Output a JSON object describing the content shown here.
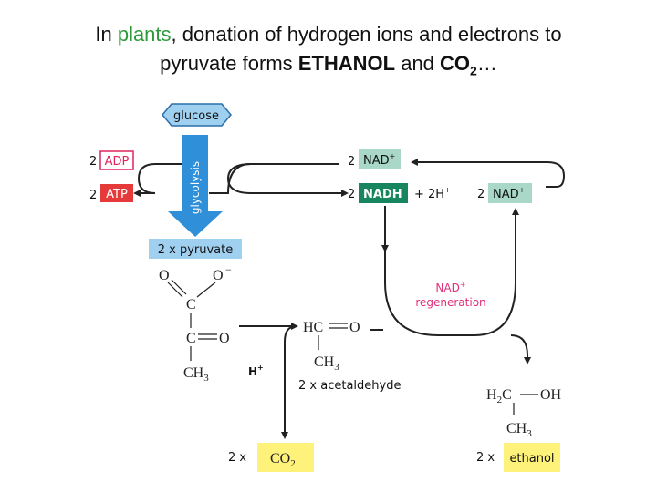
{
  "title": {
    "prefix": "In ",
    "highlight": "plants",
    "mid": ", donation of hydrogen ions and electrons to",
    "line2_start": "pyruvate forms ",
    "ethanol": "ETHANOL",
    "and": " and ",
    "co2_main": "CO",
    "co2_sub": "2",
    "ellipsis": "…"
  },
  "glucose": "glucose",
  "glycolysis": "glycolysis",
  "adp": {
    "coef": "2",
    "label": "ADP"
  },
  "atp": {
    "coef": "2",
    "label": "ATP"
  },
  "nad_top": {
    "coef": "2",
    "label": "NAD",
    "sup": "+"
  },
  "nadh": {
    "coef": "2",
    "label": "NADH",
    "plus": "+ 2H",
    "sup": "+"
  },
  "nad_right": {
    "coef": "2",
    "label": "NAD",
    "sup": "+"
  },
  "pyruvate": "2 x pyruvate",
  "pyruvate_struct": {
    "o1": "O",
    "o2": "O",
    "minus": "−",
    "c1": "C",
    "c2": "C",
    "o3": "O",
    "ch3": "CH",
    "ch3_sub": "3"
  },
  "regen": {
    "line1": "NAD",
    "sup": "+",
    "line2": "regeneration"
  },
  "hplus": {
    "h": "H",
    "sup": "+"
  },
  "acetaldehyde": {
    "hc": "HC",
    "o": "O",
    "ch": "CH",
    "sub": "3",
    "label": "2 x acetaldehyde"
  },
  "ethanol_struct": {
    "h2c_h": "H",
    "h2c_sub": "2",
    "h2c_c": "C",
    "oh": "OH",
    "ch": "CH",
    "sub": "3"
  },
  "co2_product": {
    "coef": "2 x",
    "label": "CO",
    "sub": "2"
  },
  "ethanol_product": {
    "coef": "2 x",
    "label": "ethanol"
  },
  "colors": {
    "blue": "#2f8fd8",
    "light_blue": "#9fd0f0",
    "adp_pink": "#e0245e",
    "atp_red": "#e63a3a",
    "nad_light": "#a9d8c9",
    "nadh_dark": "#17865f",
    "regen_pink": "#e0307a",
    "product_yellow": "#fff27a",
    "plants_green": "#2e9b3b"
  }
}
